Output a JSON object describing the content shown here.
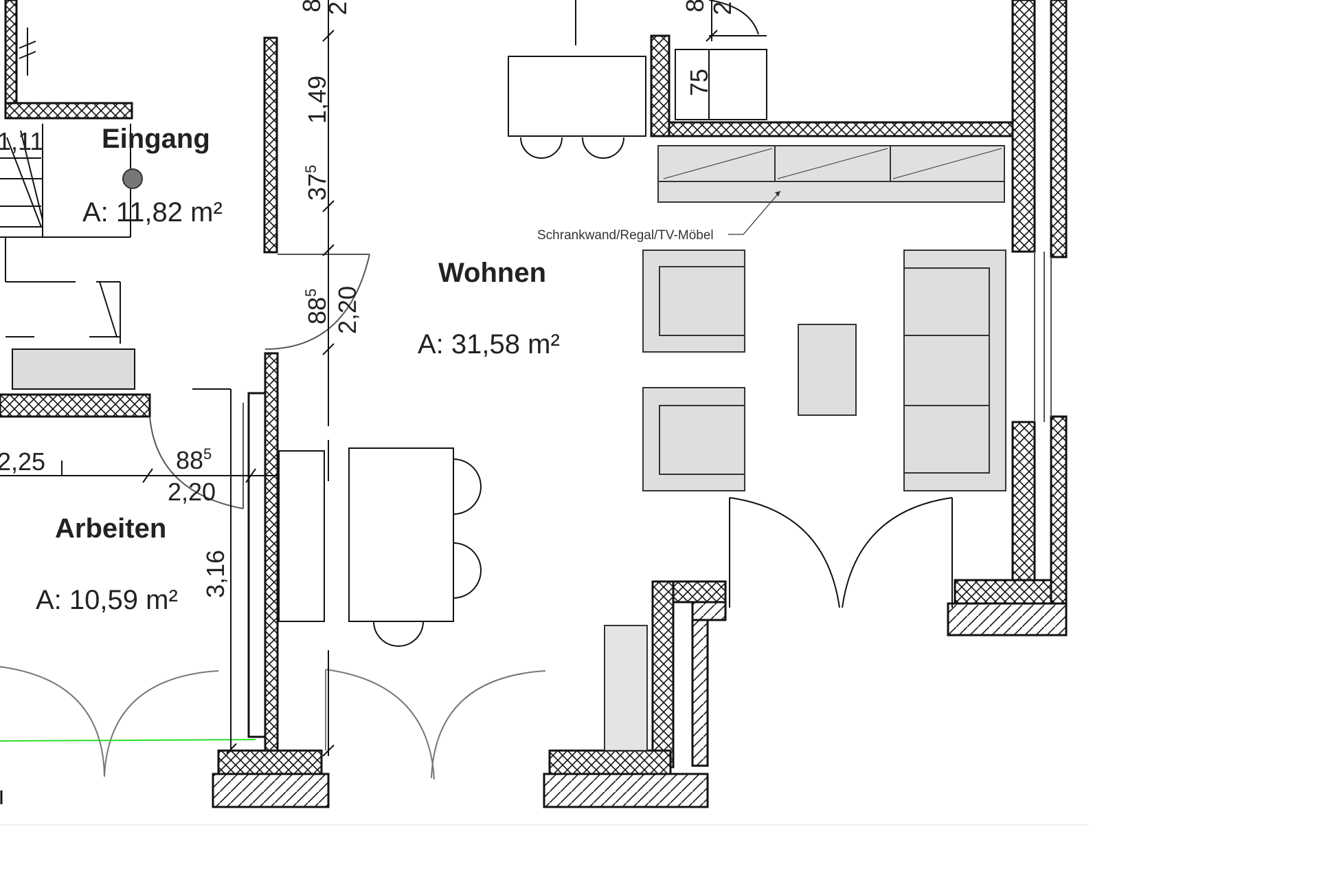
{
  "rooms": {
    "eingang": {
      "name": "Eingang",
      "area": "A: 11,82 m²"
    },
    "wohnen": {
      "name": "Wohnen",
      "area": "A: 31,58 m²"
    },
    "arbeiten": {
      "name": "Arbeiten",
      "area": "A: 10,59 m²"
    }
  },
  "annotations": {
    "cabinet_note": "Schrankwand/Regal/TV-Möbel"
  },
  "dimensions": {
    "top_left_partial": "1,11",
    "top_a": "8",
    "top_b": "2",
    "top_right_a": "8",
    "top_right_b": "2",
    "fridge_75": "75",
    "d_149": "1,49",
    "d_375": "37",
    "d_375_sup": "5",
    "d_885_left": "88",
    "d_885_left_sup": "5",
    "d_220_left": "2,20",
    "d_885_bottom": "88",
    "d_885_bottom_sup": "5",
    "d_220_bottom": "2,20",
    "d_225": "2,25",
    "d_316": "3,16"
  },
  "colors": {
    "wall_line": "#111111",
    "furniture_fill": "#dcdcdc",
    "accent_green": "#2adf2a",
    "grey_dot": "#777777"
  }
}
